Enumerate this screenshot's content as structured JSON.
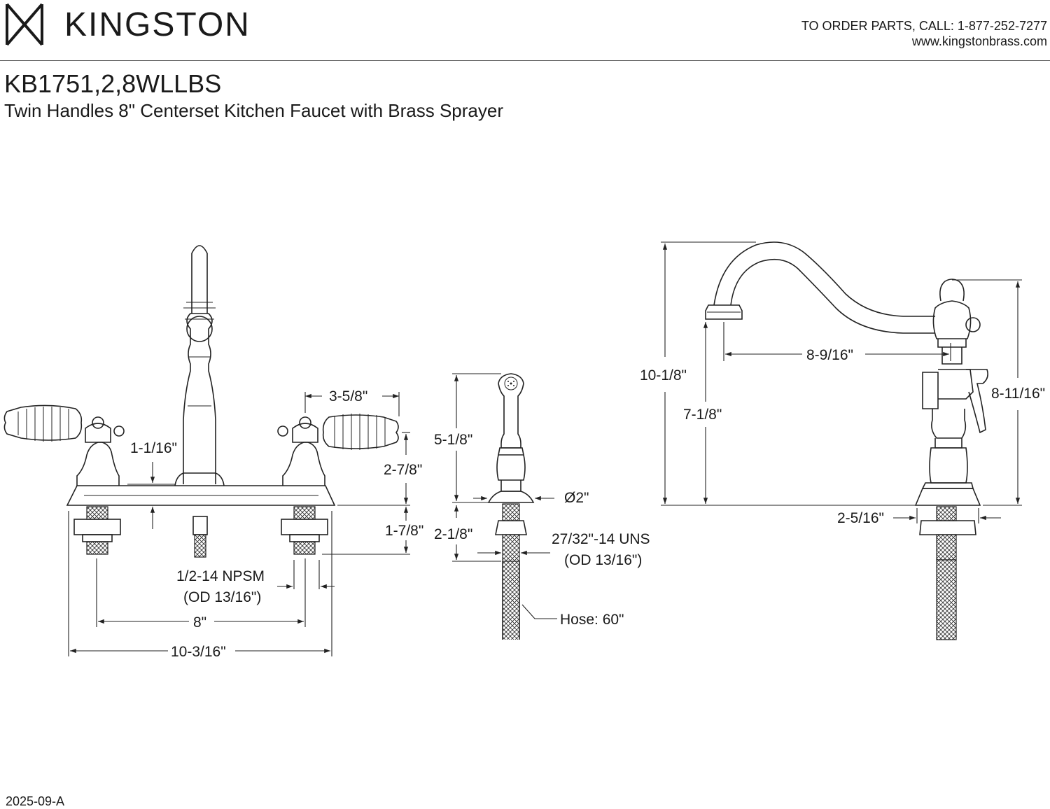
{
  "header": {
    "brand": "KINGSTON",
    "logo_icon": "kingston-diamond-logo-icon",
    "order_line": "TO ORDER PARTS, CALL: 1-877-252-7277",
    "website": "www.kingstonbrass.com"
  },
  "product": {
    "model": "KB1751,2,8WLLBS",
    "title": "Twin Handles 8\" Centerset Kitchen Faucet with Brass Sprayer"
  },
  "front_view": {
    "handle_spread_label": "3-5/8\"",
    "handle_offset_label": "1-1/16\"",
    "handle_height_label": "2-7/8\"",
    "shank_length_label": "1-7/8\"",
    "connection_label": "1/2-14 NPSM",
    "connection_od_label": "(OD 13/16\")",
    "center_spread_label": "8\"",
    "overall_width_label": "10-3/16\""
  },
  "sprayer_view": {
    "height_label": "5-1/8\"",
    "base_diameter_label": "Ø2\"",
    "shank_label": "2-1/8\"",
    "thread_label": "27/32\"-14 UNS",
    "thread_od_label": "(OD 13/16\")",
    "hose_label": "Hose: 60\""
  },
  "side_view": {
    "spout_reach_label": "8-9/16\"",
    "overall_height_label": "10-1/8\"",
    "spout_height_label": "7-1/8\"",
    "handle_height_label": "8-11/16\"",
    "base_depth_label": "2-5/16\""
  },
  "footer": {
    "revision": "2025-09-A"
  }
}
